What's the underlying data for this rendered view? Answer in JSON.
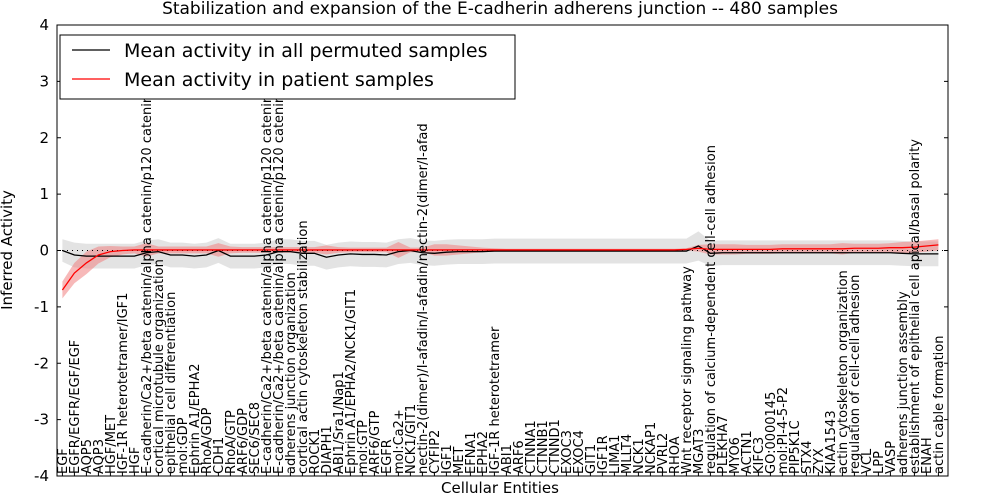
{
  "chart_data": {
    "type": "line",
    "title": "Stabilization and expansion of the E-cadherin adherens junction -- 480 samples",
    "xlabel": "Cellular Entities",
    "ylabel": "Inferred Activity",
    "ylim": [
      -4,
      4
    ],
    "yticks": [
      4,
      3,
      2,
      1,
      0,
      -1,
      -2,
      -3,
      -4
    ],
    "legend_position": "top-left",
    "categories": [
      "EGF",
      "EGFR/EGFR/EGF/EGF",
      "AQP5",
      "AQP3",
      "HGF/MET",
      "IGF-1R heterotetramer/IGF1",
      "HGF",
      "E-cadherin/Ca2+/beta catenin/alpha catenin/p120 catenin/ca",
      "cortical microtubule organization",
      "epithelial cell differentiation",
      "mol:GDP",
      "Ephrin A1/EPHA2",
      "RhoA/GDP",
      "CDH1",
      "RhoA/GTP",
      "ARF6/GDP",
      "SEC6/SEC8",
      "E-cadherin/Ca2+/beta catenin/alpha catenin/p120 catenin/ca",
      "E-cadherin/Ca2+/beta catenin/alpha catenin/p120 catenin/ca",
      "adherens junction organization",
      "cortical actin cytoskeleton stabilization",
      "ROCK1",
      "DIAPH1",
      "ABI1/Sra1/Nap1",
      "Ephrin A1/EPHA2/NCK1/GIT1",
      "mol:GTP",
      "ARF6/GTP",
      "EGFR",
      "mol:Ca2+",
      "NCK1/GIT1",
      "nectin-2(dimer)/I-afadin/I-afadin/nectin-2(dimer/I-afad",
      "CYFIP2",
      "IGF1",
      "MET",
      "EFNA1",
      "EPHA2",
      "IGF-1R heterotetramer",
      "ABI1",
      "ARF6",
      "CTNNA1",
      "CTNNB1",
      "CTNND1",
      "EXOC3",
      "EXOC4",
      "GIT1",
      "IGF1R",
      "LIMA1",
      "MLLT4",
      "NCK1",
      "NCKAP1",
      "PVRL2",
      "RHOA",
      "Wnt receptor signaling pathway",
      "MGAT3",
      "regulation of calcium-dependent cell-cell adhesion",
      "PLEKHA7",
      "MYO6",
      "ACTN1",
      "KIFC3",
      "GO:0000145",
      "mol:PI-4-5-P2",
      "PIP5K1C",
      "STX4",
      "ZYX",
      "KIAA1543",
      "actin cytoskeleton organization",
      "regulation of cell-cell adhesion",
      "VCL",
      "LPP",
      "VASP",
      "adherens junction assembly",
      "establishment of epithelial cell apical/basal polarity",
      "ENAH",
      "actin cable formation"
    ],
    "series": [
      {
        "name": "Mean activity in all permuted samples",
        "color": "#000000",
        "band_color": "#c8c8c8",
        "values": [
          0,
          -0.08,
          -0.1,
          -0.1,
          -0.1,
          -0.1,
          -0.1,
          -0.04,
          -0.02,
          -0.08,
          -0.08,
          -0.1,
          -0.08,
          0,
          -0.1,
          -0.1,
          -0.1,
          -0.08,
          -0.02,
          -0.02,
          -0.05,
          -0.05,
          -0.12,
          -0.08,
          -0.06,
          -0.07,
          -0.07,
          -0.08,
          -0.02,
          0,
          -0.04,
          -0.05,
          -0.03,
          -0.02,
          -0.02,
          -0.02,
          -0.01,
          -0.01,
          -0.01,
          -0.01,
          -0.01,
          -0.01,
          -0.01,
          -0.01,
          -0.01,
          -0.01,
          -0.01,
          -0.01,
          -0.01,
          -0.01,
          -0.01,
          -0.01,
          -0.01,
          0.08,
          -0.05,
          -0.04,
          -0.04,
          -0.04,
          -0.04,
          -0.04,
          -0.04,
          -0.04,
          -0.04,
          -0.04,
          -0.04,
          -0.04,
          -0.04,
          -0.04,
          -0.04,
          -0.04,
          -0.05,
          -0.06,
          -0.06,
          -0.06
        ],
        "std": [
          0.2,
          0.22,
          0.22,
          0.22,
          0.22,
          0.22,
          0.22,
          0.22,
          0.22,
          0.22,
          0.22,
          0.22,
          0.22,
          0.22,
          0.22,
          0.22,
          0.22,
          0.22,
          0.22,
          0.22,
          0.22,
          0.22,
          0.22,
          0.22,
          0.22,
          0.22,
          0.22,
          0.22,
          0.22,
          0.22,
          0.22,
          0.22,
          0.22,
          0.22,
          0.22,
          0.22,
          0.22,
          0.22,
          0.22,
          0.22,
          0.22,
          0.22,
          0.22,
          0.22,
          0.22,
          0.22,
          0.22,
          0.22,
          0.22,
          0.22,
          0.22,
          0.22,
          0.22,
          0.26,
          0.22,
          0.22,
          0.22,
          0.22,
          0.22,
          0.22,
          0.22,
          0.22,
          0.22,
          0.22,
          0.22,
          0.22,
          0.22,
          0.22,
          0.22,
          0.22,
          0.22,
          0.22,
          0.22,
          0.22
        ]
      },
      {
        "name": "Mean activity in patient samples",
        "color": "#ff0000",
        "band_color": "#f08080",
        "values": [
          -0.7,
          -0.4,
          -0.22,
          -0.08,
          -0.02,
          0,
          0.01,
          0.01,
          0.01,
          0.01,
          0.01,
          0.01,
          0.01,
          0.01,
          0.01,
          0.01,
          0.01,
          0.01,
          0.01,
          0.01,
          0.01,
          0.01,
          0.01,
          0.01,
          0.01,
          0.01,
          0.01,
          0.01,
          0.01,
          0.01,
          0.01,
          0.01,
          0.01,
          0.01,
          0.01,
          0.01,
          0.01,
          0.01,
          0.01,
          0.01,
          0.01,
          0.01,
          0.01,
          0.01,
          0.01,
          0.01,
          0.01,
          0.01,
          0.01,
          0.01,
          0.01,
          0.01,
          0.02,
          0.04,
          0.02,
          0.02,
          0.02,
          0.02,
          0.02,
          0.02,
          0.03,
          0.03,
          0.03,
          0.03,
          0.03,
          0.03,
          0.04,
          0.04,
          0.04,
          0.05,
          0.05,
          0.06,
          0.08,
          0.1
        ],
        "std": [
          0.15,
          0.18,
          0.2,
          0.15,
          0.1,
          0.07,
          0.06,
          0.12,
          0.06,
          0.06,
          0.06,
          0.06,
          0.06,
          0.12,
          0.06,
          0.05,
          0.05,
          0.05,
          0.05,
          0.05,
          0.05,
          0.05,
          0.08,
          0.05,
          0.04,
          0.04,
          0.04,
          0.04,
          0.14,
          0.04,
          0.04,
          0.1,
          0.1,
          0.08,
          0.06,
          0.04,
          0.03,
          0.02,
          0.02,
          0.02,
          0.02,
          0.02,
          0.02,
          0.02,
          0.02,
          0.02,
          0.02,
          0.02,
          0.02,
          0.02,
          0.02,
          0.02,
          0.02,
          0.06,
          0.09,
          0.09,
          0.09,
          0.08,
          0.08,
          0.08,
          0.08,
          0.08,
          0.08,
          0.08,
          0.08,
          0.1,
          0.08,
          0.08,
          0.08,
          0.08,
          0.1,
          0.1,
          0.1,
          0.1
        ]
      }
    ]
  }
}
